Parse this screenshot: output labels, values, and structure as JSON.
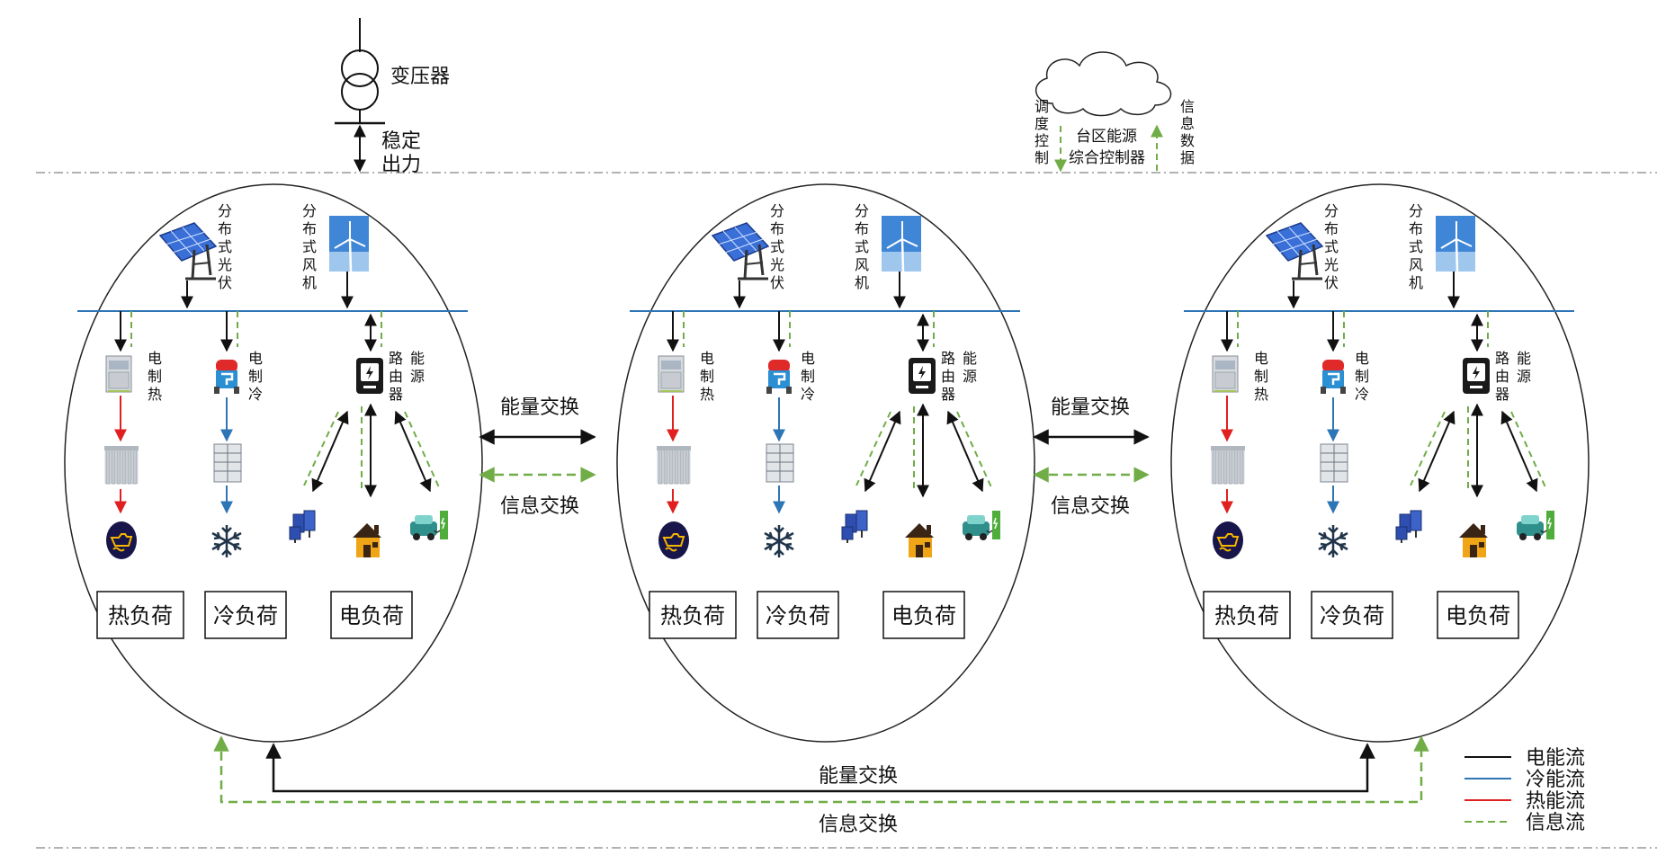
{
  "top": {
    "transformer_label": "变压器",
    "stable_output_line1": "稳定",
    "stable_output_line2": "出力",
    "controller_label_line1": "台区能源",
    "controller_label_line2": "综合控制器",
    "dispatch_control": [
      "调",
      "度",
      "控",
      "制"
    ],
    "info_data": [
      "信",
      "息",
      "数",
      "据"
    ]
  },
  "zone": {
    "pv_label": [
      "分",
      "布",
      "式",
      "光",
      "伏"
    ],
    "wind_label": [
      "分",
      "布",
      "式",
      "风",
      "机"
    ],
    "electric_heating_label": [
      "电",
      "制",
      "热"
    ],
    "electric_cooling_label": [
      "电",
      "制",
      "冷"
    ],
    "router_label_col1": [
      "路",
      "由",
      "器"
    ],
    "router_label_col2": [
      "能",
      "源"
    ],
    "heat_load": "热负荷",
    "cold_load": "冷负荷",
    "elec_load": "电负荷"
  },
  "exchange": {
    "energy": "能量交换",
    "info": "信息交换"
  },
  "legend": [
    {
      "label": "电能流",
      "color": "#111111",
      "style": "solid"
    },
    {
      "label": "冷能流",
      "color": "#2e75b6",
      "style": "solid"
    },
    {
      "label": "热能流",
      "color": "#e02020",
      "style": "solid"
    },
    {
      "label": "信息流",
      "color": "#70ad47",
      "style": "dashed"
    }
  ],
  "colors": {
    "electric": "#111111",
    "cold": "#2e75b6",
    "heat": "#e02020",
    "info": "#70ad47",
    "bus": "#2e75b6"
  },
  "icons": [
    "transformer-icon",
    "cloud-icon",
    "solar-panel-icon",
    "wind-turbine-icon",
    "electric-heater-icon",
    "electric-chiller-icon",
    "energy-router-icon",
    "radiator-icon",
    "cabinet-icon",
    "heat-load-icon",
    "snowflake-icon",
    "appliance-icon",
    "house-icon",
    "ev-charger-icon"
  ]
}
